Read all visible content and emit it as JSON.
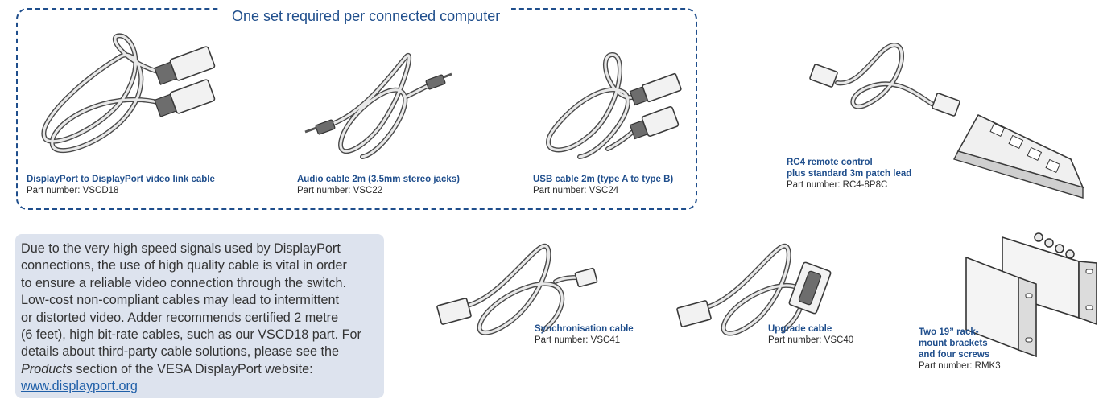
{
  "frame_title": "One set required per connected computer",
  "items": [
    {
      "name": "DisplayPort to DisplayPort video link cable",
      "part": "Part number: VSCD18"
    },
    {
      "name": "Audio cable 2m (3.5mm stereo jacks)",
      "part": "Part number: VSC22"
    },
    {
      "name": "USB cable 2m (type A to type B)",
      "part": "Part number: VSC24"
    },
    {
      "name_line1": "RC4 remote control",
      "name_line2": "plus standard 3m patch lead",
      "part": "Part number: RC4-8P8C"
    },
    {
      "name": "Synchronisation cable",
      "part": "Part number: VSC41"
    },
    {
      "name": "Upgrade cable",
      "part": "Part number: VSC40"
    },
    {
      "name_line1": "Two 19” rack-",
      "name_line2": "mount brackets",
      "name_line3": "and four screws",
      "part": "Part number: RMK3"
    }
  ],
  "note": {
    "l1": "Due to the very high speed signals used by DisplayPort",
    "l2": "connections, the use of high quality cable is vital in order",
    "l3": "to ensure a reliable video connection through the switch.",
    "l4": "Low-cost non-compliant cables may lead to intermittent",
    "l5": "or distorted video. Adder recommends certified 2 metre",
    "l6": "(6 feet), high bit-rate cables, such as our VSCD18 part. For",
    "l7": "details about third-party cable solutions, please see the",
    "l8_italic": "Products",
    "l8_rest": " section of the VESA DisplayPort website:",
    "link": "www.displayport.org"
  }
}
